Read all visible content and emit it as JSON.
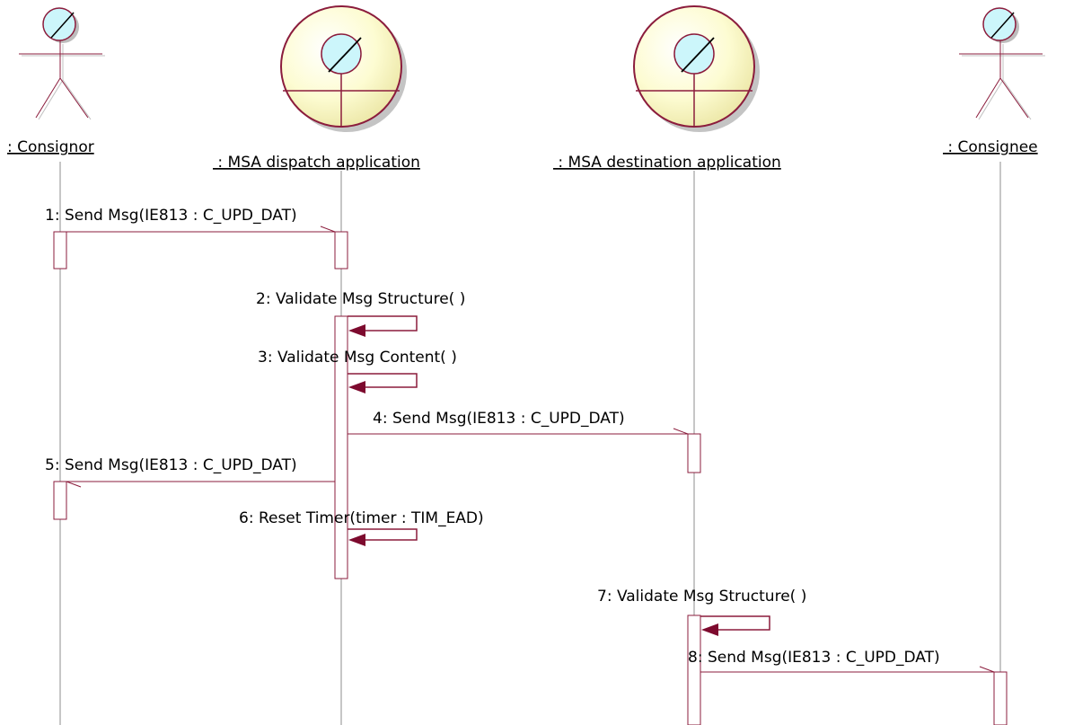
{
  "colors": {
    "line": "#8b1c3c",
    "lifeline": "#8c8c8c",
    "head_fill": "#ccf6fb",
    "control_fill": "#fdfcd2",
    "arrowhead": "#7d0a2e",
    "shadow": "#c0c0c0",
    "text": "#000000"
  },
  "participants": [
    {
      "name": ": Consignor",
      "kind": "actor"
    },
    {
      "name": " : MSA dispatch application",
      "kind": "control"
    },
    {
      "name": " : MSA destination application",
      "kind": "control"
    },
    {
      "name": " : Consignee",
      "kind": "actor"
    }
  ],
  "messages": [
    {
      "label": "1: Send Msg(IE813 : C_UPD_DAT)",
      "from": 0,
      "to": 1,
      "type": "call"
    },
    {
      "label": "2: Validate Msg Structure( )",
      "from": 1,
      "to": 1,
      "type": "self"
    },
    {
      "label": "3: Validate Msg Content( )",
      "from": 1,
      "to": 1,
      "type": "self"
    },
    {
      "label": "4: Send Msg(IE813 : C_UPD_DAT)",
      "from": 1,
      "to": 2,
      "type": "call"
    },
    {
      "label": "5: Send Msg(IE813 : C_UPD_DAT)",
      "from": 1,
      "to": 0,
      "type": "call"
    },
    {
      "label": "6: Reset Timer(timer : TIM_EAD)",
      "from": 1,
      "to": 1,
      "type": "self"
    },
    {
      "label": "7: Validate Msg Structure( )",
      "from": 2,
      "to": 2,
      "type": "self"
    },
    {
      "label": "8: Send Msg(IE813 : C_UPD_DAT)",
      "from": 2,
      "to": 3,
      "type": "call"
    }
  ]
}
